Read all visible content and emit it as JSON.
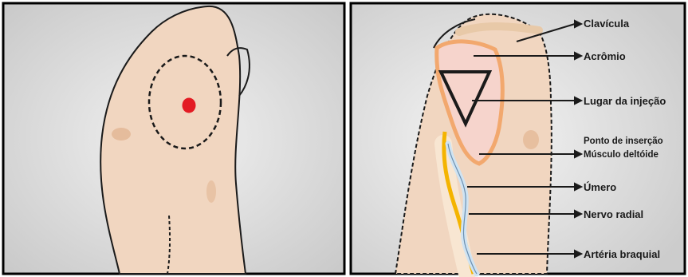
{
  "labels": {
    "clavicle": "Clavícula",
    "acromion": "Acrômio",
    "injection_site": "Lugar da injeção",
    "insertion_point": "Ponto de inserção",
    "deltoid": "Músculo deltóide",
    "humerus": "Úmero",
    "radial_nerve": "Nervo radial",
    "brachial_artery": "Artéria braquial"
  },
  "colors": {
    "background": "#d9d9d9",
    "skin": "#f1d6c0",
    "skin_shadow": "#e2b592",
    "injection_dot": "#e31b23",
    "deltoid": "#f2a86e",
    "deltoid_fill": "#f6d4cc",
    "nerve": "#f4b400",
    "artery": "#cfe3f2"
  }
}
